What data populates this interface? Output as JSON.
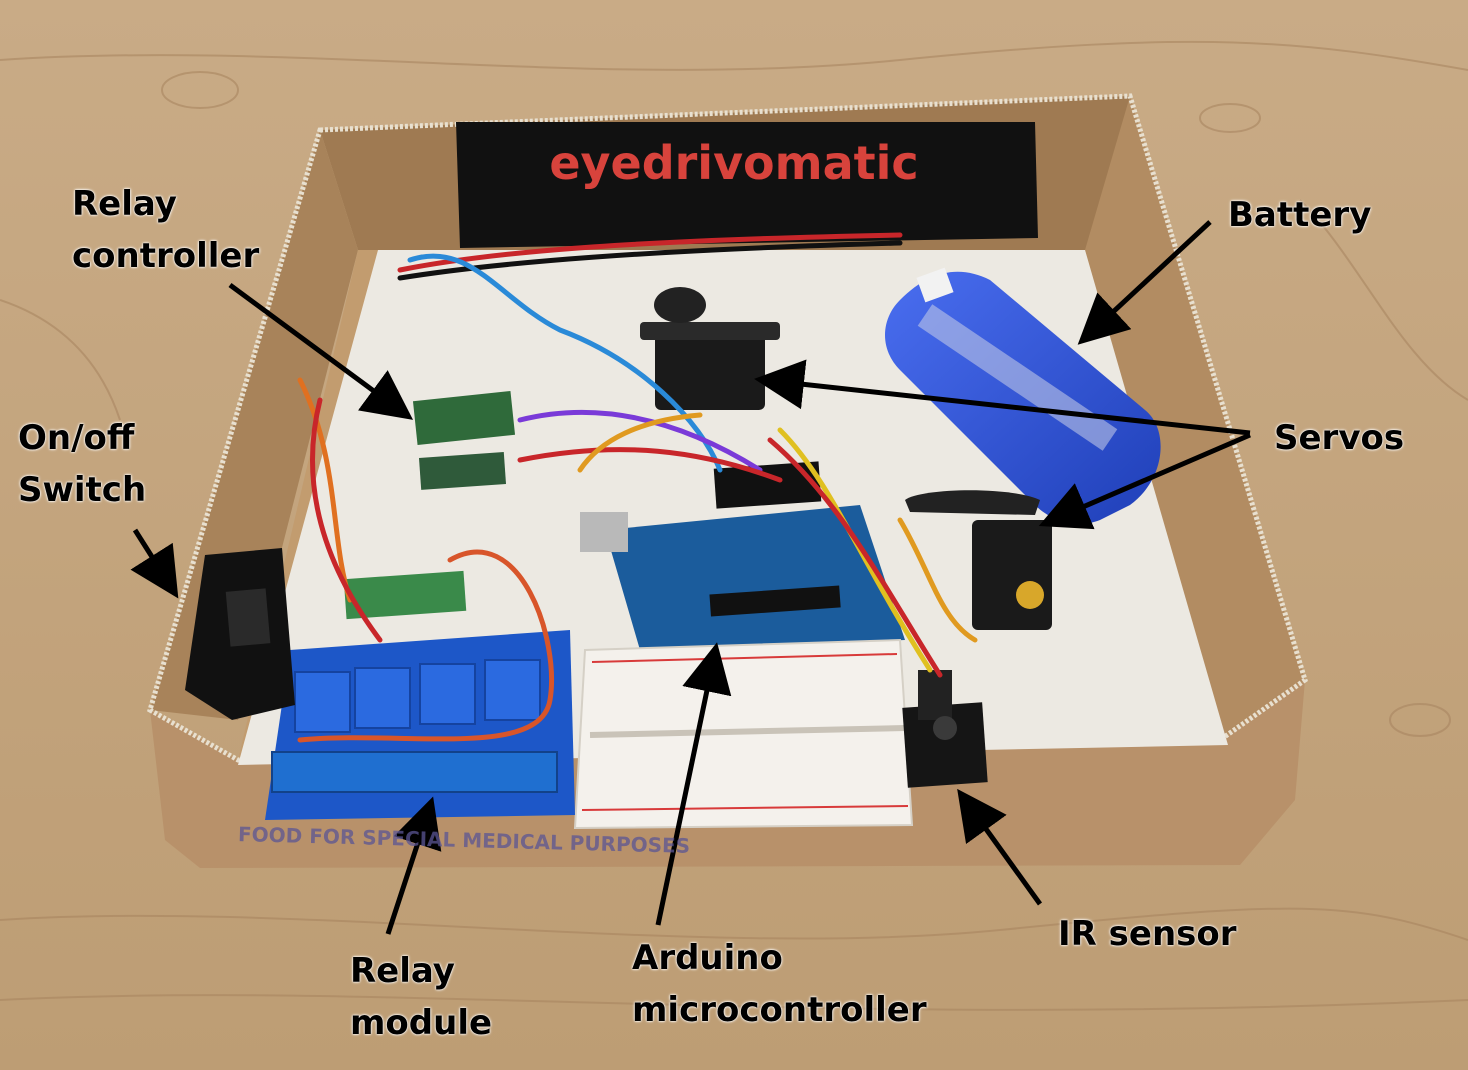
{
  "photo": {
    "banner_text": "eyedrivomatic",
    "box_print": "FOOD FOR SPECIAL MEDICAL PURPOSES"
  },
  "labels": {
    "relay_controller": [
      "Relay",
      "controller"
    ],
    "on_off_switch": [
      "On/off",
      "Switch"
    ],
    "battery": "Battery",
    "servos": "Servos",
    "relay_module": [
      "Relay",
      "module"
    ],
    "arduino": [
      "Arduino",
      "microcontroller"
    ],
    "ir_sensor": "IR sensor"
  },
  "colors": {
    "table": "#c4a57f",
    "cardboard": "#b48c62",
    "board_white": "#ece9e2",
    "banner_black": "#111111",
    "banner_text": "#d8433c",
    "battery_blue": "#2f52d6",
    "arduino_blue": "#1b5c9c",
    "relay_blue": "#1d57c8",
    "arrow": "#000000"
  }
}
